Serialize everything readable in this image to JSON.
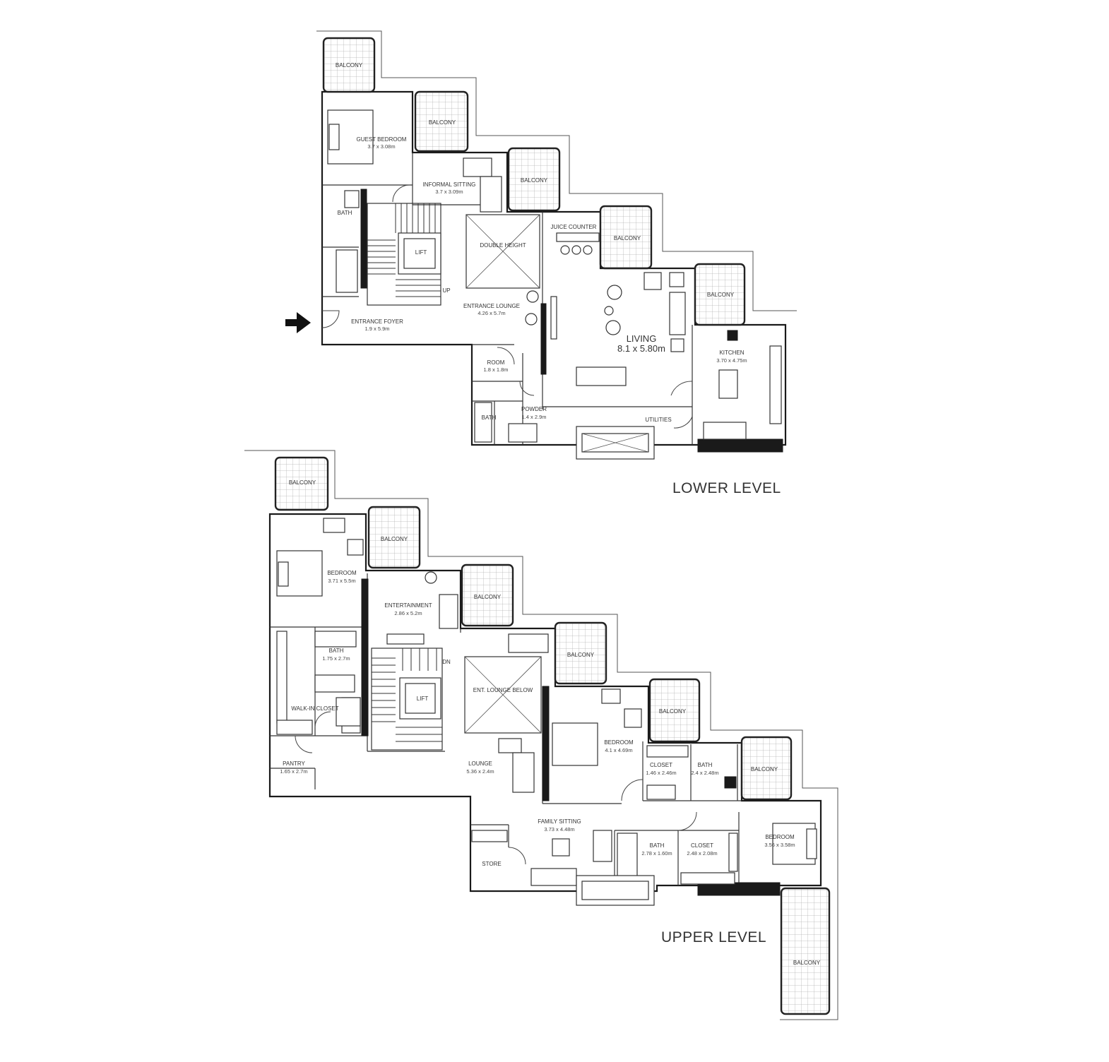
{
  "lower_level": {
    "title": "LOWER LEVEL",
    "rooms": {
      "balcony_1": "BALCONY",
      "balcony_2": "BALCONY",
      "balcony_3": "BALCONY",
      "balcony_4": "BALCONY",
      "balcony_5": "BALCONY",
      "guest_bedroom": "GUEST BEDROOM",
      "guest_bedroom_dim": "3.7 x 3.08m",
      "informal_sitting": "INFORMAL SITTING",
      "informal_sitting_dim": "3.7 x 3.09m",
      "bath_1": "BATH",
      "lift": "LIFT",
      "double_height": "DOUBLE HEIGHT",
      "juice_counter": "JUICE COUNTER",
      "entrance_lounge": "ENTRANCE LOUNGE",
      "entrance_lounge_dim": "4.26 x 5.7m",
      "entrance_foyer": "ENTRANCE FOYER",
      "entrance_foyer_dim": "1.9 x 5.9m",
      "living": "LIVING",
      "living_dim": "8.1 x 5.80m",
      "kitchen": "KITCHEN",
      "kitchen_dim": "3.70 x 4.75m",
      "room_small": "ROOM",
      "room_small_dim": "1.8 x 1.8m",
      "powder": "POWDER",
      "powder_dim": "1.4 x 2.9m",
      "bath_2": "BATH",
      "utilities": "UTILITIES",
      "up_marker": "UP"
    }
  },
  "upper_level": {
    "title": "UPPER LEVEL",
    "rooms": {
      "balcony_1": "BALCONY",
      "balcony_2": "BALCONY",
      "balcony_3": "BALCONY",
      "balcony_4": "BALCONY",
      "balcony_5": "BALCONY",
      "balcony_6": "BALCONY",
      "balcony_7": "BALCONY",
      "bedroom_1": "BEDROOM",
      "bedroom_1_dim": "3.71 x 5.5m",
      "entertainment": "ENTERTAINMENT",
      "entertainment_dim": "2.86 x 5.2m",
      "bath_1": "BATH",
      "bath_1_dim": "1.75 x 2.7m",
      "dn_marker": "DN",
      "lift": "LIFT",
      "entrance_lounge_below": "ENT. LOUNGE BELOW",
      "walk_in_closet": "WALK-IN CLOSET",
      "pantry": "PANTRY",
      "pantry_dim": "1.65 x 2.7m",
      "lounge": "LOUNGE",
      "lounge_dim": "5.36 x 2.4m",
      "bedroom_2": "BEDROOM",
      "bedroom_2_dim": "4.1 x 4.69m",
      "closet_1": "CLOSET",
      "closet_1_dim": "1.46 x 2.46m",
      "bath_2": "BATH",
      "bath_2_dim": "2.4 x 2.48m",
      "family_sitting": "FAMILY SITTING",
      "family_sitting_dim": "3.73 x 4.48m",
      "store": "STORE",
      "bath_3": "BATH",
      "bath_3_dim": "2.78 x 1.60m",
      "closet_2": "CLOSET",
      "closet_2_dim": "2.48 x 2.08m",
      "bedroom_3": "BEDROOM",
      "bedroom_3_dim": "3.56 x 3.58m"
    }
  },
  "colors": {
    "wall": "#1a1a1a",
    "background": "#ffffff",
    "text": "#333333"
  }
}
